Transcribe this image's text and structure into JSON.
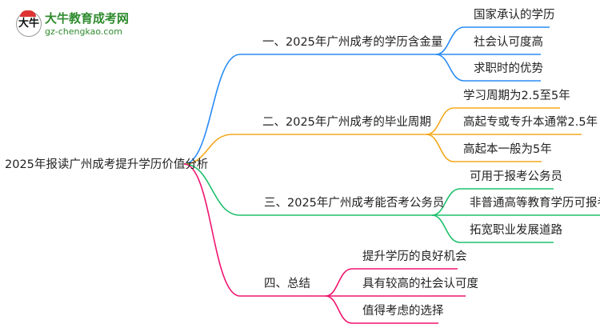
{
  "logo": {
    "title": "大牛教育成考网",
    "url": "gz-chengkao.com",
    "mark": "大牛"
  },
  "root": "2025年报读广州成考提升学历价值分析",
  "colors": {
    "b1": "#2a8cf4",
    "b2": "#f5a81c",
    "b3": "#1ec06c",
    "b4": "#f0136f"
  },
  "branches": [
    {
      "label": "一、2025年广州成考的学历含金量",
      "children": [
        "国家承认的学历",
        "社会认可度高",
        "求职时的优势"
      ]
    },
    {
      "label": "二、2025年广州成考的毕业周期",
      "children": [
        "学习周期为2.5至5年",
        "高起专或专升本通常2.5年",
        "高起本一般为5年"
      ]
    },
    {
      "label": "三、2025年广州成考能否考公务员",
      "children": [
        "可用于报考公务员",
        "非普通高等教育学历可报考",
        "拓宽职业发展道路"
      ]
    },
    {
      "label": "四、总结",
      "children": [
        "提升学历的良好机会",
        "具有较高的社会认可度",
        "值得考虑的选择"
      ]
    }
  ]
}
